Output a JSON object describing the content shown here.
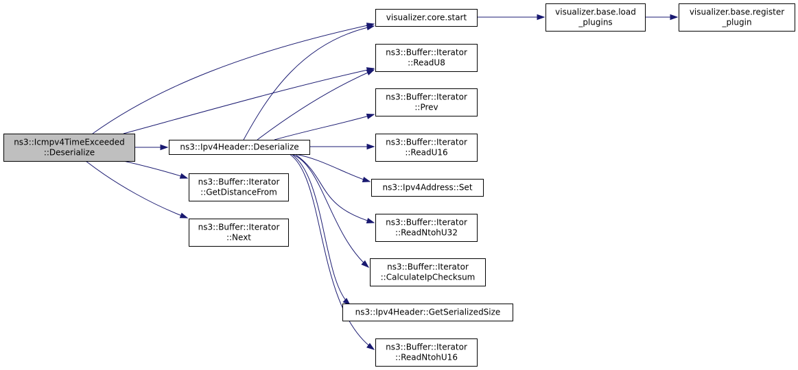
{
  "colors": {
    "edge": "#191970",
    "node_fill": "#ffffff",
    "root_fill": "#bfbfbf",
    "node_border": "#000000"
  },
  "nodes": [
    {
      "id": "root",
      "lines": [
        "ns3::Icmpv4TimeExceeded",
        "::Deserialize"
      ],
      "highlight": true
    },
    {
      "id": "ipv4hdr_deser",
      "lines": [
        "ns3::Ipv4Header::Deserialize"
      ]
    },
    {
      "id": "get_distance",
      "lines": [
        "ns3::Buffer::Iterator",
        "::GetDistanceFrom"
      ]
    },
    {
      "id": "next",
      "lines": [
        "ns3::Buffer::Iterator",
        "::Next"
      ]
    },
    {
      "id": "viz_start",
      "lines": [
        "visualizer.core.start"
      ]
    },
    {
      "id": "viz_load",
      "lines": [
        "visualizer.base.load",
        "_plugins"
      ]
    },
    {
      "id": "viz_register",
      "lines": [
        "visualizer.base.register",
        "_plugin"
      ]
    },
    {
      "id": "readu8",
      "lines": [
        "ns3::Buffer::Iterator",
        "::ReadU8"
      ]
    },
    {
      "id": "prev",
      "lines": [
        "ns3::Buffer::Iterator",
        "::Prev"
      ]
    },
    {
      "id": "readu16",
      "lines": [
        "ns3::Buffer::Iterator",
        "::ReadU16"
      ]
    },
    {
      "id": "addr_set",
      "lines": [
        "ns3::Ipv4Address::Set"
      ]
    },
    {
      "id": "readntohu32",
      "lines": [
        "ns3::Buffer::Iterator",
        "::ReadNtohU32"
      ]
    },
    {
      "id": "calc_cksum",
      "lines": [
        "ns3::Buffer::Iterator",
        "::CalculateIpChecksum"
      ]
    },
    {
      "id": "get_ser_size",
      "lines": [
        "ns3::Ipv4Header::GetSerializedSize"
      ]
    },
    {
      "id": "readntohu16",
      "lines": [
        "ns3::Buffer::Iterator",
        "::ReadNtohU16"
      ]
    }
  ],
  "edges": [
    {
      "from": "root",
      "to": "viz_start"
    },
    {
      "from": "root",
      "to": "readu8"
    },
    {
      "from": "root",
      "to": "ipv4hdr_deser"
    },
    {
      "from": "root",
      "to": "get_distance"
    },
    {
      "from": "root",
      "to": "next"
    },
    {
      "from": "viz_start",
      "to": "viz_load"
    },
    {
      "from": "viz_load",
      "to": "viz_register"
    },
    {
      "from": "ipv4hdr_deser",
      "to": "viz_start"
    },
    {
      "from": "ipv4hdr_deser",
      "to": "readu8"
    },
    {
      "from": "ipv4hdr_deser",
      "to": "prev"
    },
    {
      "from": "ipv4hdr_deser",
      "to": "readu16"
    },
    {
      "from": "ipv4hdr_deser",
      "to": "addr_set"
    },
    {
      "from": "ipv4hdr_deser",
      "to": "readntohu32"
    },
    {
      "from": "ipv4hdr_deser",
      "to": "calc_cksum"
    },
    {
      "from": "ipv4hdr_deser",
      "to": "get_ser_size"
    },
    {
      "from": "ipv4hdr_deser",
      "to": "readntohu16"
    }
  ]
}
